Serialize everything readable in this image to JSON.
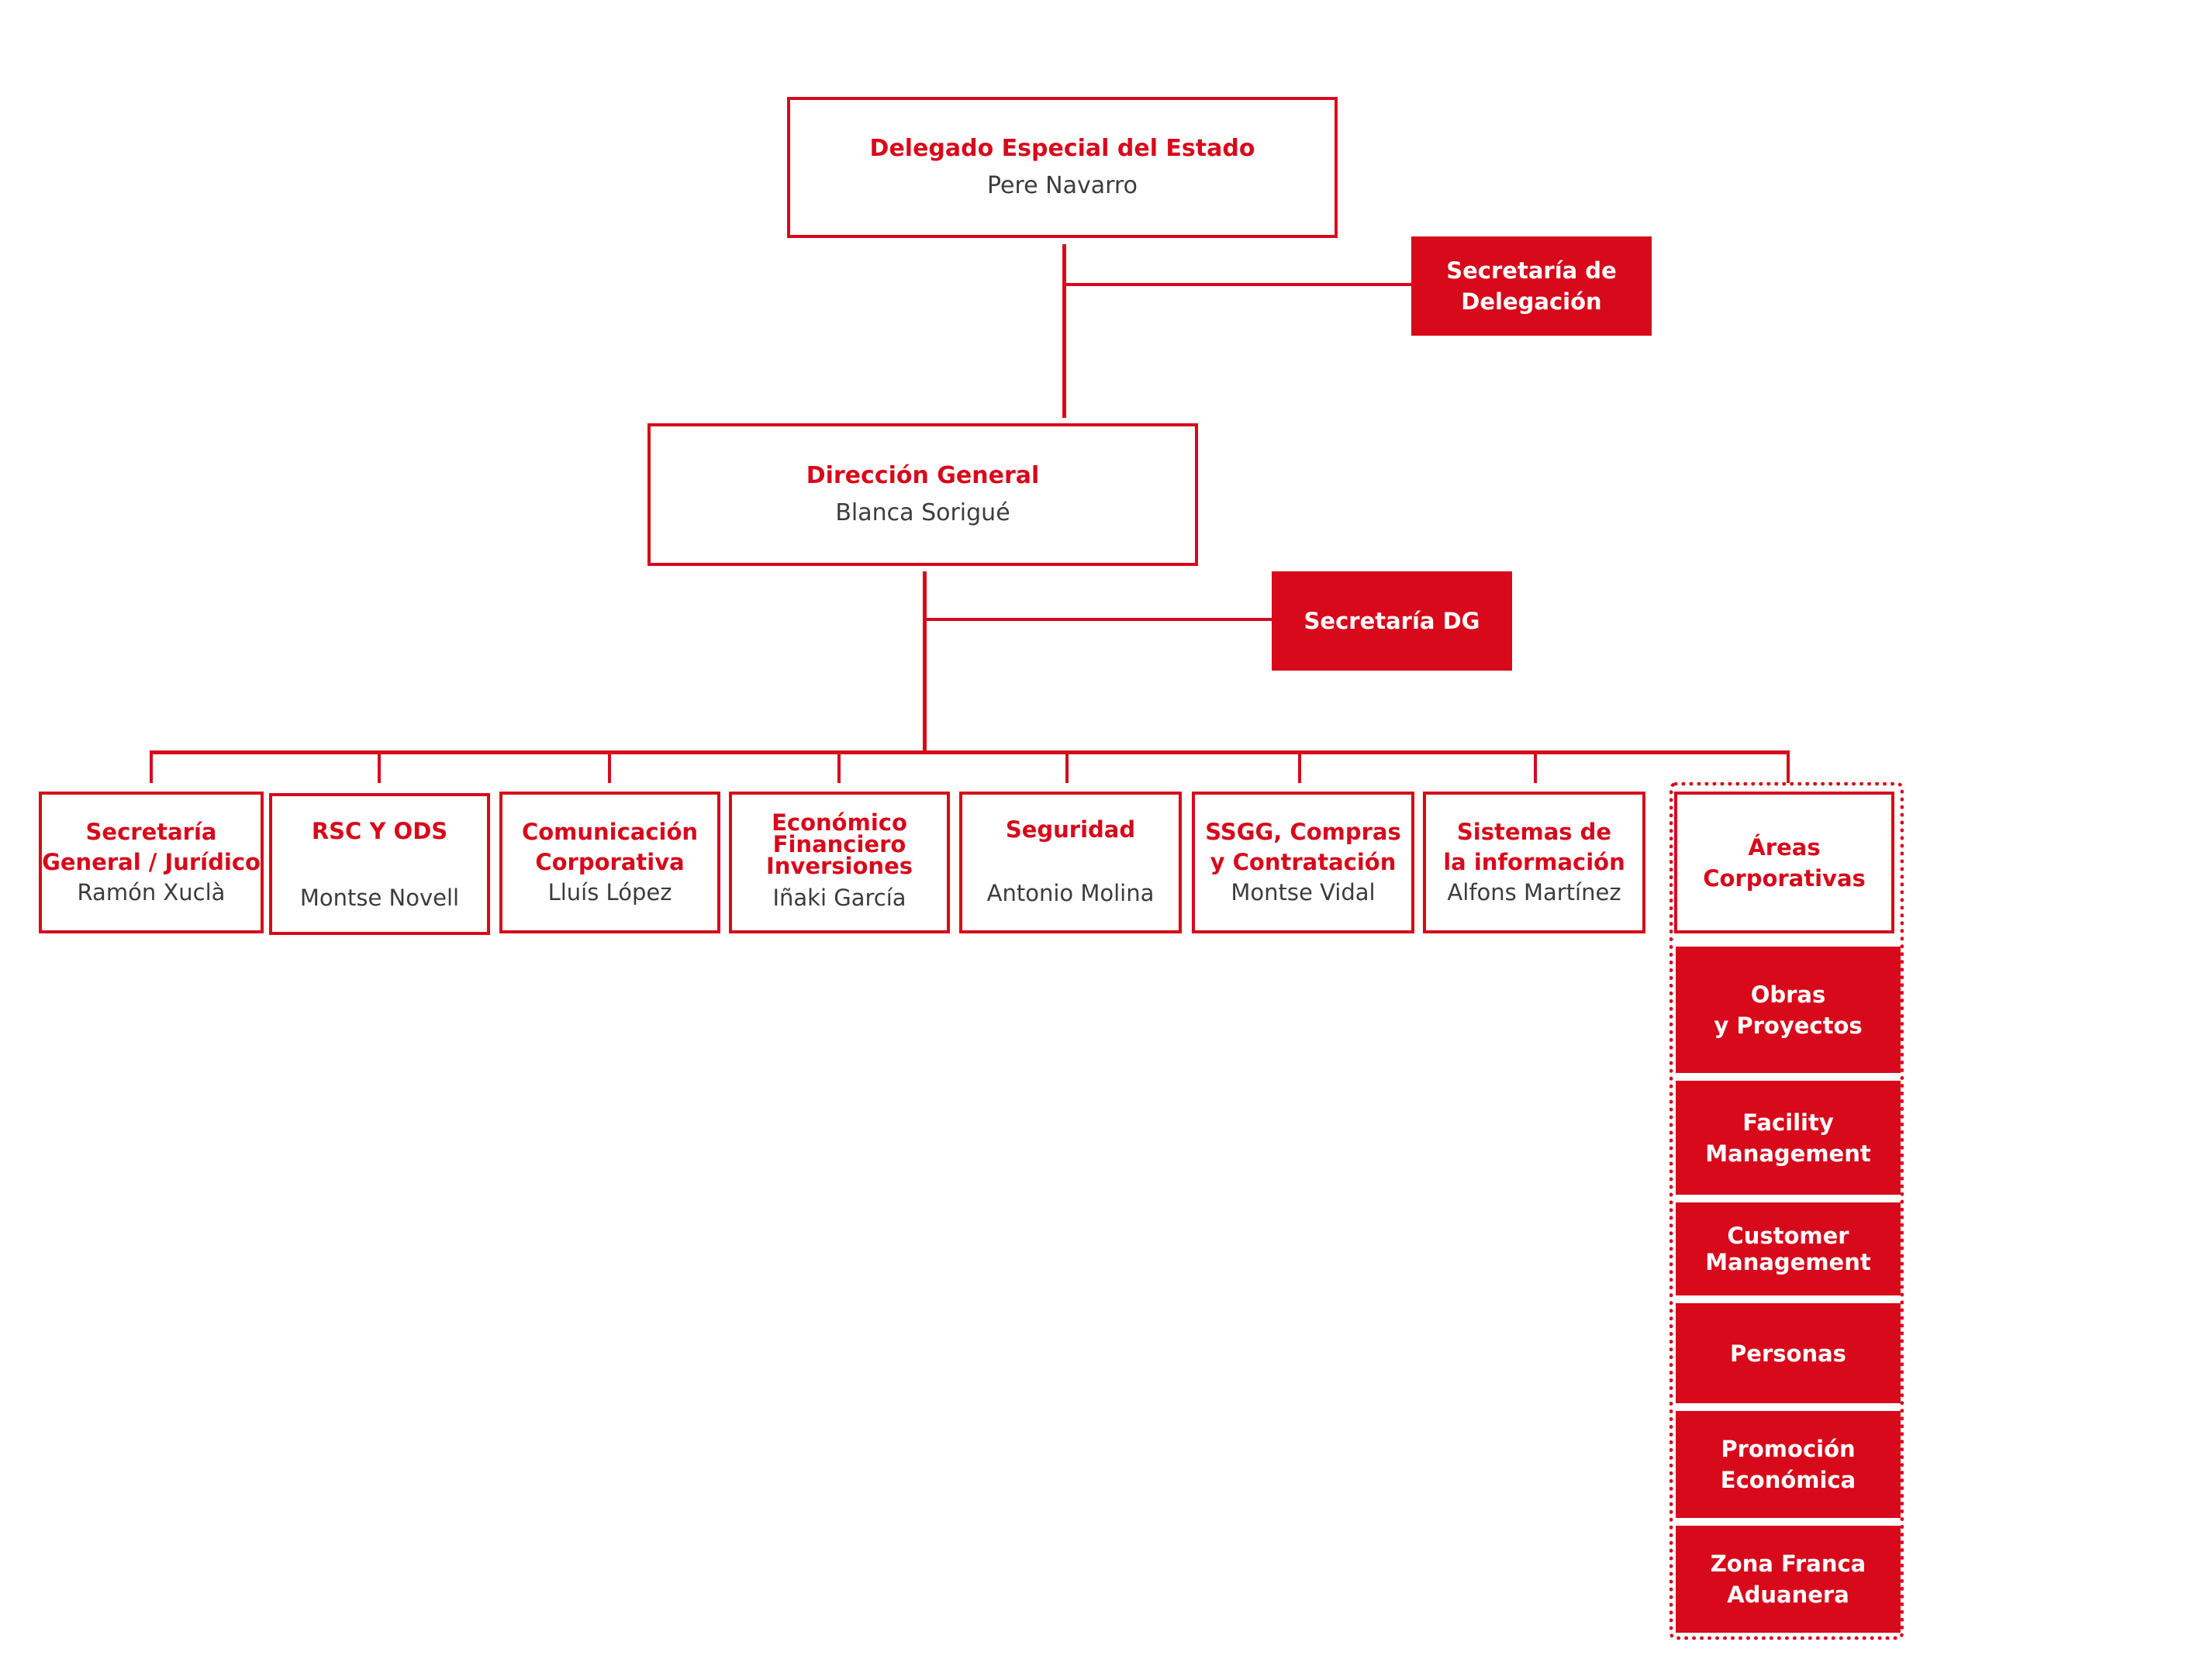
{
  "colors": {
    "brand_red": "#d7091b",
    "name_gray": "#3c3c3c",
    "background": "#ffffff"
  },
  "top": {
    "title": "Delegado Especial del Estado",
    "name": "Pere Navarro"
  },
  "secretaria_delegacion": {
    "label": "Secretaría de\nDelegación"
  },
  "direccion": {
    "title": "Dirección General",
    "name": "Blanca Sorigué"
  },
  "secretaria_dg": {
    "label": "Secretaría  DG"
  },
  "departments": [
    {
      "title": "Secretaría\nGeneral / Jurídico",
      "name": "Ramón Xuclà"
    },
    {
      "title": "RSC Y ODS",
      "name": "Montse Novell"
    },
    {
      "title": "Comunicación\nCorporativa",
      "name": "Lluís López"
    },
    {
      "title": "Económico\nFinanciero\nInversiones",
      "name": "Iñaki García"
    },
    {
      "title": "Seguridad",
      "name": "Antonio Molina"
    },
    {
      "title": "SSGG, Compras\ny Contratación",
      "name": "Montse Vidal"
    },
    {
      "title": "Sistemas de\nla información",
      "name": "Alfons Martínez"
    }
  ],
  "areas": {
    "title": "Áreas\nCorporativas",
    "items": [
      "Obras\ny Proyectos",
      "Facility\nManagement",
      "Customer\nManagement",
      "Personas",
      "Promoción\nEconómica",
      "Zona Franca\nAduanera"
    ]
  }
}
